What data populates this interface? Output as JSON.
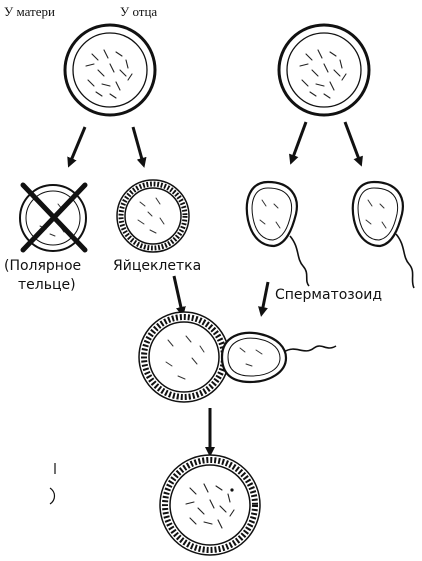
{
  "labels": {
    "mother": "У матери",
    "father": "У отца",
    "polar_body_line1": "(Полярное",
    "polar_body_line2": "тельце)",
    "egg": "Яйцеклетка",
    "sperm": "Сперматозоид"
  }
}
